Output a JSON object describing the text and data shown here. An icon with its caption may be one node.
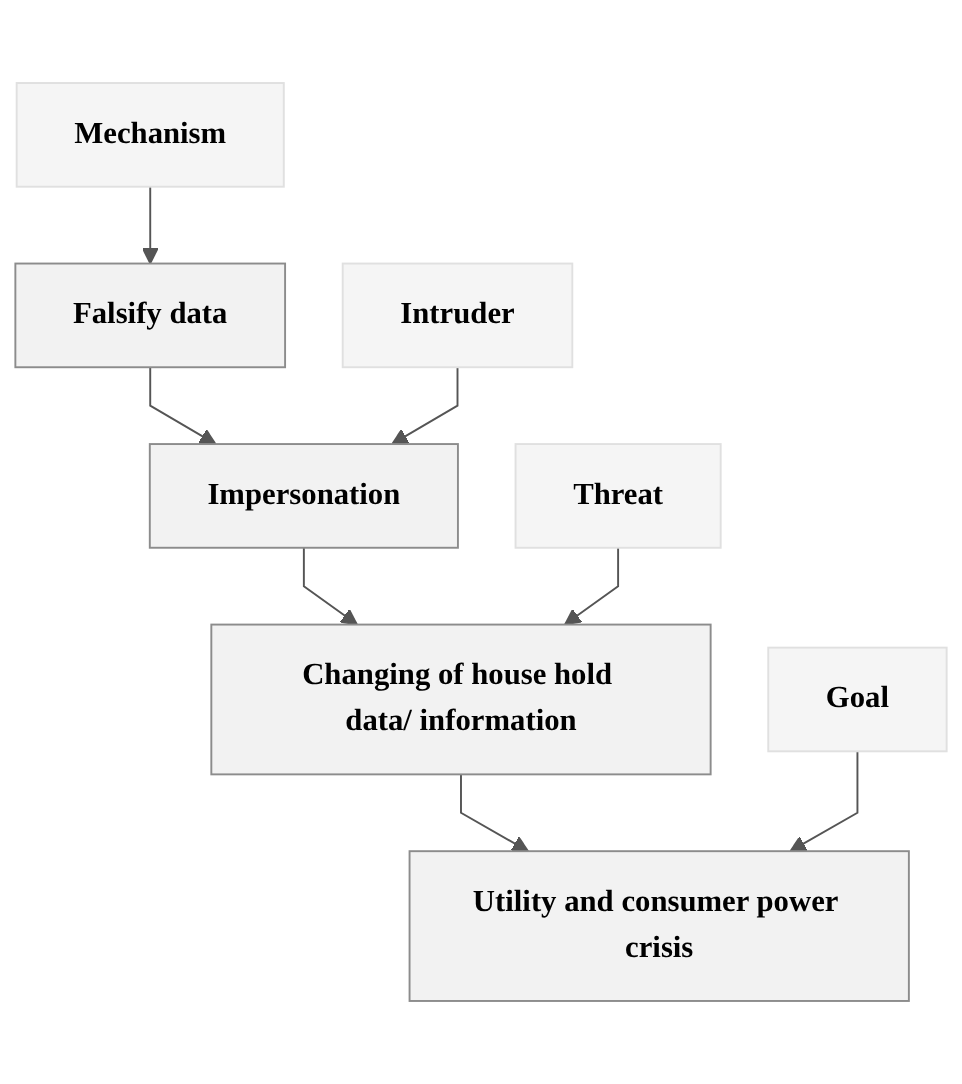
{
  "diagram": {
    "nodes": [
      {
        "text": [
          "Mechanism"
        ]
      },
      {
        "text": [
          "Falsify data"
        ]
      },
      {
        "text": [
          "Intruder"
        ]
      },
      {
        "text": [
          "Impersonation"
        ]
      },
      {
        "text": [
          "Threat"
        ]
      },
      {
        "text": [
          "Changing of house hold data/ information"
        ]
      },
      {
        "text": [
          "Goal"
        ]
      },
      {
        "text": [
          "Utility and consumer power crisis"
        ]
      }
    ],
    "edges": [
      {
        "from": 0,
        "to": 1,
        "arrow": "to"
      },
      {
        "from": 1,
        "to": 3,
        "arrow": "to"
      },
      {
        "from": 2,
        "to": 3,
        "arrow": "to"
      },
      {
        "from": 3,
        "to": 5,
        "arrow": "to"
      },
      {
        "from": 4,
        "to": 5,
        "arrow": "to"
      },
      {
        "from": 5,
        "to": 7,
        "arrow": "to"
      },
      {
        "from": 6,
        "to": 7,
        "arrow": "to"
      }
    ]
  }
}
